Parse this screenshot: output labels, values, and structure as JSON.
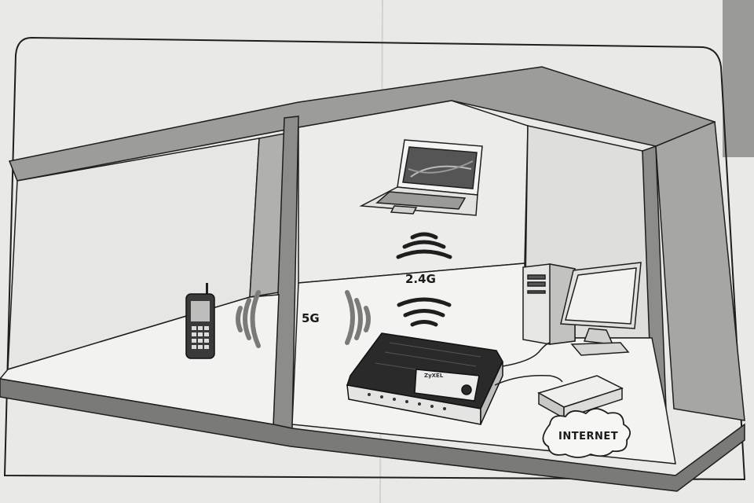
{
  "labels": {
    "band_24": "2.4G",
    "band_5": "5G",
    "internet": "INTERNET",
    "router_brand": "ZyXEL"
  },
  "colors": {
    "paper": "#eeeeec",
    "paper_shadow": "#d8d8d6",
    "wall_dark": "#8a8a88",
    "wall_mid": "#b4b4b2",
    "wall_light": "#e4e4e2",
    "line": "#1e1e1e",
    "router_body": "#2a2a2a"
  },
  "icons": [
    "mobile-phone-icon",
    "laptop-icon",
    "router-icon",
    "desktop-computer-icon",
    "modem-icon",
    "cloud-icon",
    "wifi-signal-icon"
  ]
}
